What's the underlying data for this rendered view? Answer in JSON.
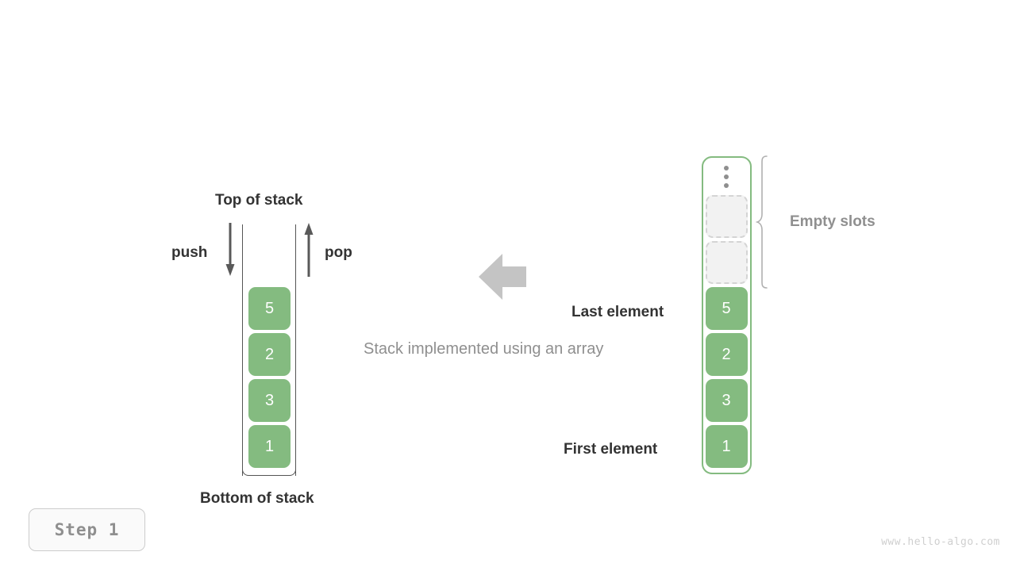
{
  "diagram": {
    "caption": "Stack implemented using an array",
    "step_badge": "Step  1",
    "watermark": "www.hello-algo.com",
    "colors": {
      "element_fill": "#84bb80",
      "element_text": "#ffffff",
      "container_border": "#84bb80",
      "empty_slot_fill": "#f2f2f2",
      "empty_slot_border": "#d4d4d4",
      "label_dark": "#333333",
      "label_gray": "#8f8f8f",
      "arrow_gray": "#c4c4c4",
      "pushpop_arrow": "#595959"
    }
  },
  "left_stack": {
    "top_label": "Top of stack",
    "bottom_label": "Bottom of stack",
    "push_label": "push",
    "pop_label": "pop",
    "push_icon": "arrow-down-icon",
    "pop_icon": "arrow-up-icon",
    "elements": [
      "5",
      "2",
      "3",
      "1"
    ]
  },
  "center": {
    "arrow_icon": "arrow-left-icon"
  },
  "right_array": {
    "ellipsis_icon": "vertical-ellipsis-icon",
    "brace_icon": "curly-brace-icon",
    "empty_slots_label": "Empty slots",
    "empty_slots_count": 2,
    "last_element_label": "Last element",
    "first_element_label": "First element",
    "elements": [
      "5",
      "2",
      "3",
      "1"
    ]
  }
}
